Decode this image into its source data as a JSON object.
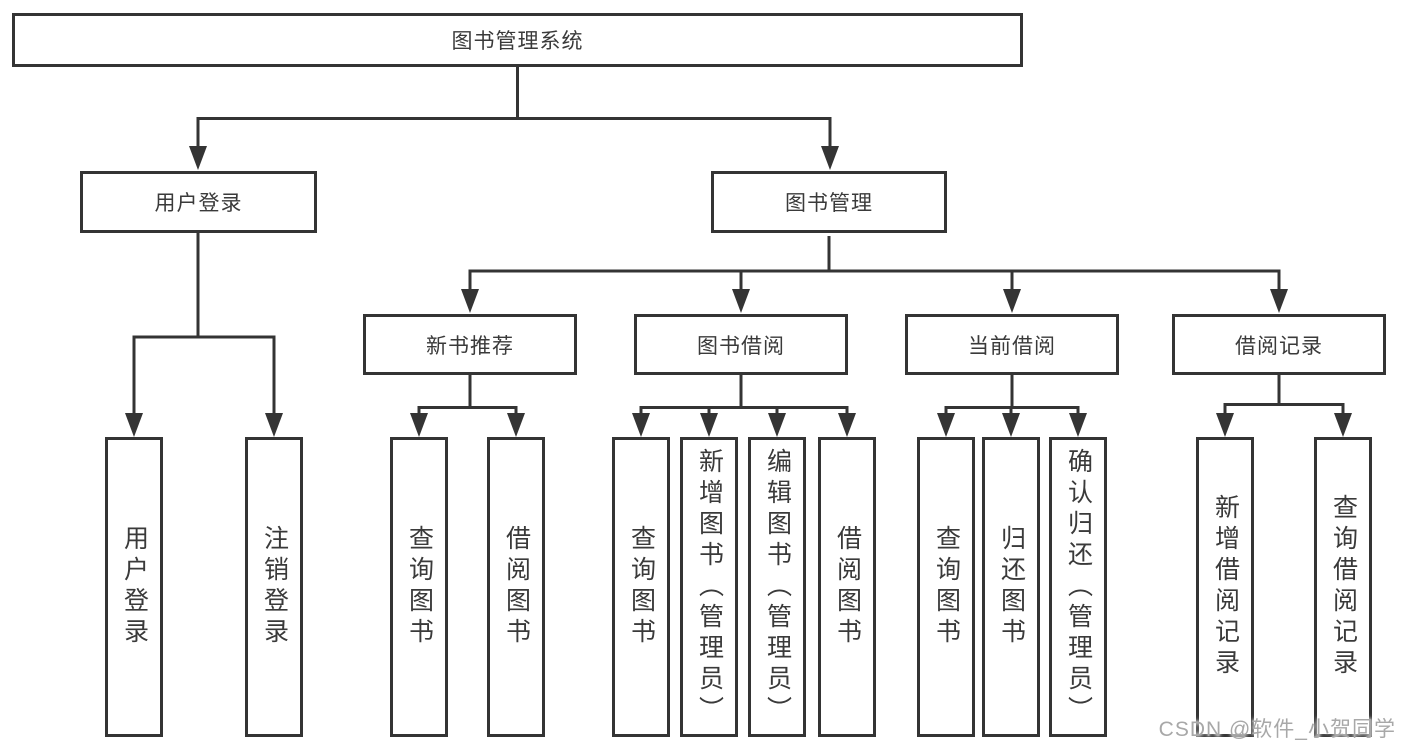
{
  "colors": {
    "line": "#343434",
    "text": "#3a3a3a",
    "watermark": "#a8a8a8",
    "background": "#ffffff"
  },
  "nodes": {
    "root": {
      "label": "图书管理系统"
    },
    "user_login": {
      "label": "用户登录"
    },
    "book_mgmt": {
      "label": "图书管理"
    },
    "new_book": {
      "label": "新书推荐"
    },
    "book_borrow": {
      "label": "图书借阅"
    },
    "current_borrow": {
      "label": "当前借阅"
    },
    "borrow_record": {
      "label": "借阅记录"
    },
    "leaf_user_login": {
      "label": "用户登录"
    },
    "leaf_logout": {
      "label": "注销登录"
    },
    "leaf_query_book_1": {
      "label": "查询图书"
    },
    "leaf_borrow_book_1": {
      "label": "借阅图书"
    },
    "leaf_query_book_2": {
      "label": "查询图书"
    },
    "leaf_add_book": {
      "label": "新增图书（管理员）"
    },
    "leaf_edit_book": {
      "label": "编辑图书（管理员）"
    },
    "leaf_borrow_book_2": {
      "label": "借阅图书"
    },
    "leaf_query_book_3": {
      "label": "查询图书"
    },
    "leaf_return_book": {
      "label": "归还图书"
    },
    "leaf_confirm_return": {
      "label": "确认归还（管理员）"
    },
    "leaf_add_record": {
      "label": "新增借阅记录"
    },
    "leaf_query_record": {
      "label": "查询借阅记录"
    }
  },
  "structure": {
    "root": "图书管理系统",
    "children": [
      {
        "label": "用户登录",
        "children": [
          "用户登录",
          "注销登录"
        ]
      },
      {
        "label": "图书管理",
        "children": [
          {
            "label": "新书推荐",
            "children": [
              "查询图书",
              "借阅图书"
            ]
          },
          {
            "label": "图书借阅",
            "children": [
              "查询图书",
              "新增图书（管理员）",
              "编辑图书（管理员）",
              "借阅图书"
            ]
          },
          {
            "label": "当前借阅",
            "children": [
              "查询图书",
              "归还图书",
              "确认归还（管理员）"
            ]
          },
          {
            "label": "借阅记录",
            "children": [
              "新增借阅记录",
              "查询借阅记录"
            ]
          }
        ]
      }
    ]
  },
  "watermark": {
    "text": "CSDN @软件_小贺同学"
  }
}
